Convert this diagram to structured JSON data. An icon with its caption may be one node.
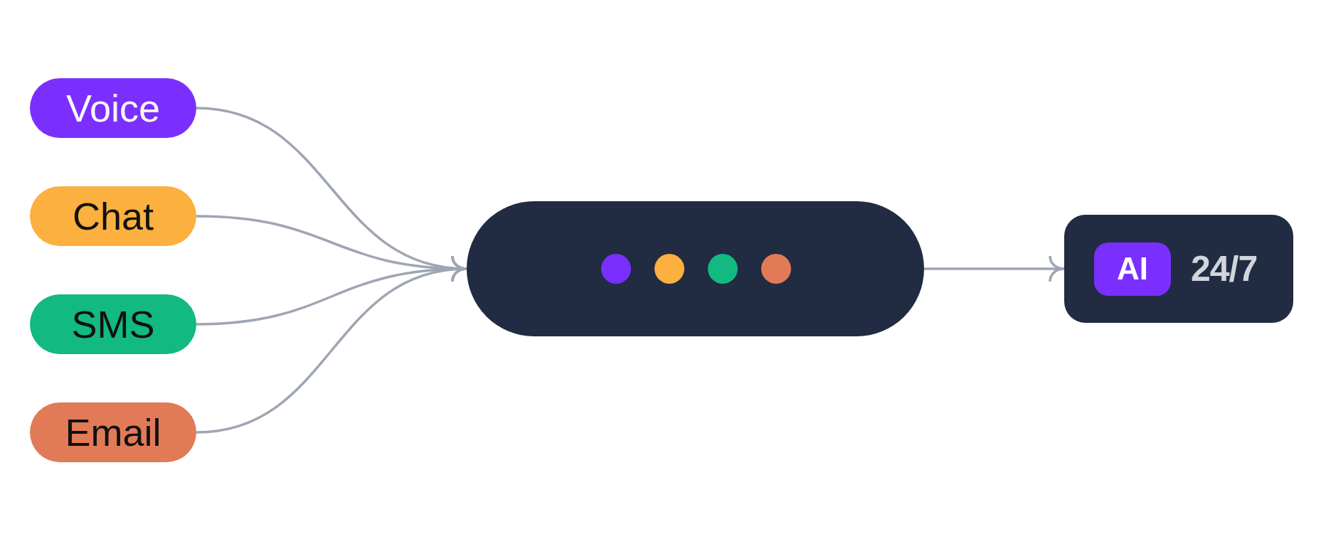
{
  "diagram": {
    "nodes": [
      {
        "text": [
          "Voice"
        ]
      },
      {
        "text": [
          "Chat"
        ]
      },
      {
        "text": [
          "SMS"
        ]
      },
      {
        "text": [
          "Email"
        ]
      },
      {
        "text": [],
        "shape": "box"
      },
      {
        "text": [],
        "shape": "circle",
        "in": 4
      },
      {
        "text": [],
        "shape": "circle",
        "in": 4
      },
      {
        "text": [],
        "shape": "circle",
        "in": 4
      },
      {
        "text": [],
        "shape": "circle",
        "in": 4
      },
      {
        "text": [
          "24/7"
        ]
      },
      {
        "text": [
          "AI"
        ],
        "in": 9
      }
    ],
    "edges": [
      {
        "from": 0,
        "to": 4,
        "arrow": "to"
      },
      {
        "from": 1,
        "to": 4,
        "arrow": "to"
      },
      {
        "from": 2,
        "to": 4,
        "arrow": "to"
      },
      {
        "from": 3,
        "to": 4,
        "arrow": "to"
      },
      {
        "from": 4,
        "to": 9,
        "arrow": "to"
      }
    ]
  }
}
